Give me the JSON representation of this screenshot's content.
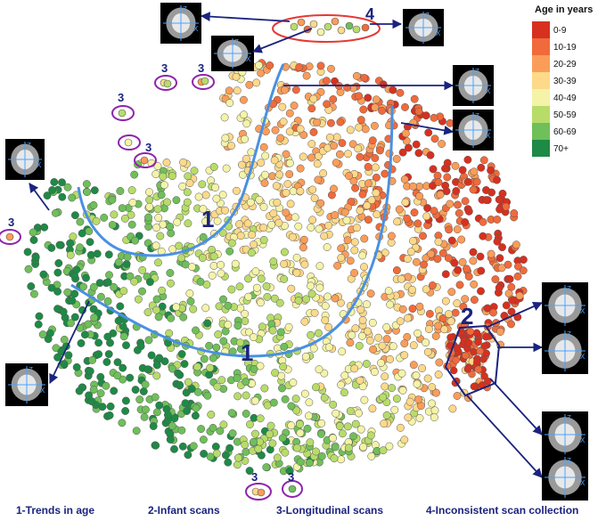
{
  "legend": {
    "title": "Age in years",
    "items": [
      {
        "label": "0-9",
        "color": "#d7301f"
      },
      {
        "label": "10-19",
        "color": "#f06a3b"
      },
      {
        "label": "20-29",
        "color": "#fb9d5a"
      },
      {
        "label": "30-39",
        "color": "#fdd98a"
      },
      {
        "label": "40-49",
        "color": "#f4f3a8"
      },
      {
        "label": "50-59",
        "color": "#b8dc6a"
      },
      {
        "label": "60-69",
        "color": "#6fbf5a"
      },
      {
        "label": "70+",
        "color": "#1e8a46"
      }
    ]
  },
  "annotations": {
    "cluster_1_upper": "1",
    "cluster_1_lower": "1",
    "cluster_2": "2",
    "cluster_4": "4",
    "outlier_3": [
      "3",
      "3",
      "3",
      "3",
      "3",
      "3",
      "3"
    ]
  },
  "thumb_axis_labels": {
    "z": "Z",
    "x": "X"
  },
  "captions": [
    "1-Trends in age",
    "2-Infant scans",
    "3-Longitudinal scans",
    "4-Inconsistent scan collection"
  ],
  "colors": {
    "annotation": "#1a237e",
    "trend_line": "#4a90e2",
    "outlier_ring": "#8e24aa",
    "inconsistent_ring": "#e53935"
  }
}
